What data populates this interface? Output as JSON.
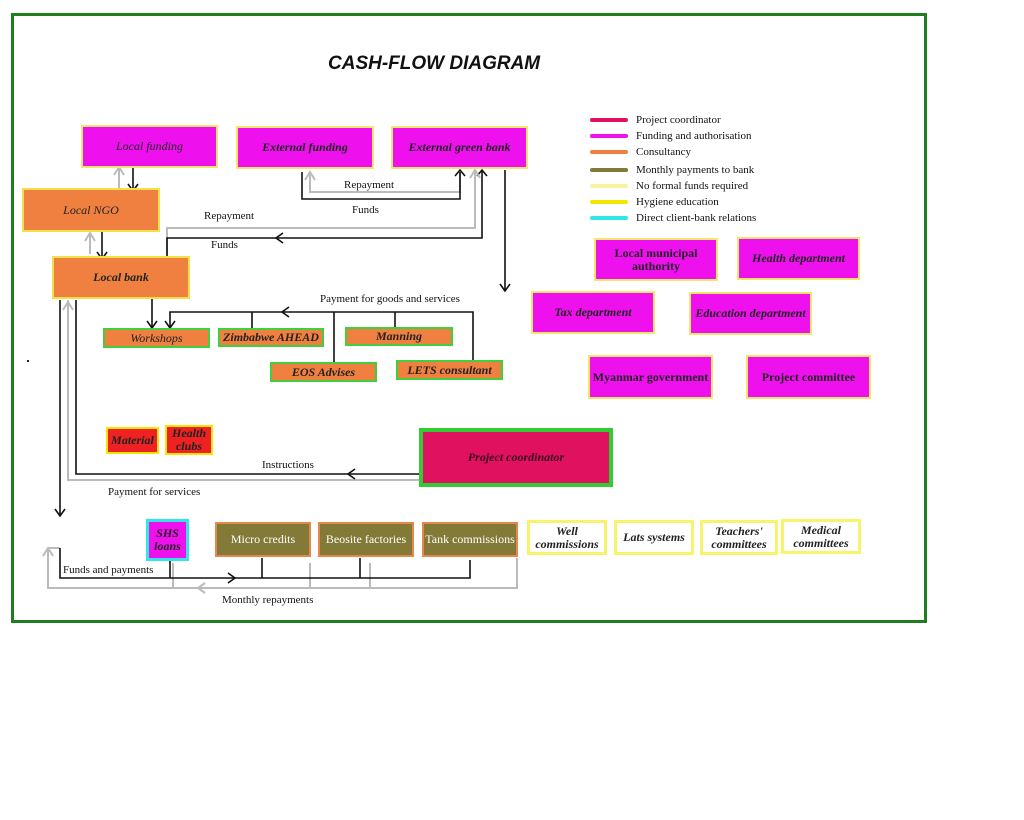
{
  "title": "CASH-FLOW DIAGRAM",
  "legend": [
    {
      "label": "Project coordinator",
      "color": "#e0115f"
    },
    {
      "label": "Funding and authorisation",
      "color": "#ee11ee"
    },
    {
      "label": "Consultancy",
      "color": "#f08040"
    },
    {
      "label": "Monthly payments to bank",
      "color": "#827a36"
    },
    {
      "label": "No formal funds required",
      "color": "#f7f3a0"
    },
    {
      "label": "Hygiene education",
      "color": "#f4e600"
    },
    {
      "label": "Direct client-bank relations",
      "color": "#33e6e6"
    }
  ],
  "nodes": {
    "local_funding": "Local funding",
    "external_funding": "External funding",
    "external_green_bank": "External green bank",
    "local_ngo": "Local NGO",
    "local_bank": "Local bank",
    "workshops": "Workshops",
    "zimbabwe_ahead": "Zimbabwe AHEAD",
    "manning": "Manning",
    "eos_advises": "EOS Advises",
    "lets_consultant": "LETS consultant",
    "local_municipal_authority": "Local municipal authority",
    "health_department": "Health department",
    "tax_department": "Tax department",
    "education_department": "Education department",
    "myanmar_government": "Myanmar government",
    "project_committee": "Project committee",
    "material": "Material",
    "health_clubs": "Health clubs",
    "project_coordinator": "Project coordinator",
    "shs_loans": "SHS loans",
    "micro_credits": "Micro credits",
    "beosite_factories": "Beosite factories",
    "tank_commissions": "Tank commissions",
    "well_commissions": "Well commissions",
    "lats_systems": "Lats systems",
    "teachers_committees": "Teachers' committees",
    "medical_committees": "Medical committees"
  },
  "flows": {
    "repayment_top": "Repayment",
    "funds_top": "Funds",
    "repayment_mid": "Repayment",
    "funds_mid": "Funds",
    "payment_goods_services": "Payment for goods and services",
    "instructions": "Instructions",
    "payment_for_services": "Payment for services",
    "funds_and_payments": "Funds and payments",
    "monthly_repayments": "Monthly repayments"
  }
}
